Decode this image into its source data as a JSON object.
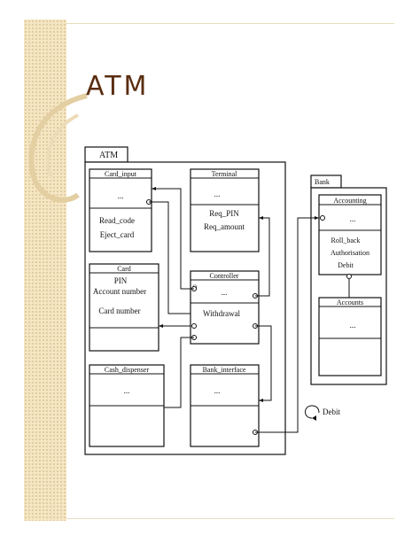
{
  "slide": {
    "title": "ATM",
    "background_accent": "#f5e6c3",
    "title_color": "#5a2d10"
  },
  "diagram": {
    "atm_package_label": "ATM",
    "bank_package_label": "Bank",
    "card_input": {
      "title": "Card_input",
      "attrs": "...",
      "ops": [
        "Read_code",
        "Eject_card"
      ]
    },
    "terminal": {
      "title": "Terminal",
      "attrs": "...",
      "ops": [
        "Req_PIN",
        "Req_amount"
      ]
    },
    "card": {
      "title": "Card",
      "attrs": [
        "PIN",
        "Account number",
        "Card number"
      ]
    },
    "controller": {
      "title": "Controller",
      "port_label": "()",
      "attrs": "...",
      "ops": [
        "Withdrawal"
      ]
    },
    "cash_dispenser": {
      "title": "Cash_dispenser",
      "attrs": "..."
    },
    "bank_interface": {
      "title": "Bank_interface",
      "attrs": "..."
    },
    "accounting": {
      "title": "Accounting",
      "attrs": "...",
      "ops": [
        "Roll_back",
        "Authorisation",
        "Debit"
      ]
    },
    "accounts": {
      "title": "Accounts",
      "attrs": "..."
    },
    "debit_label": "Debit"
  }
}
